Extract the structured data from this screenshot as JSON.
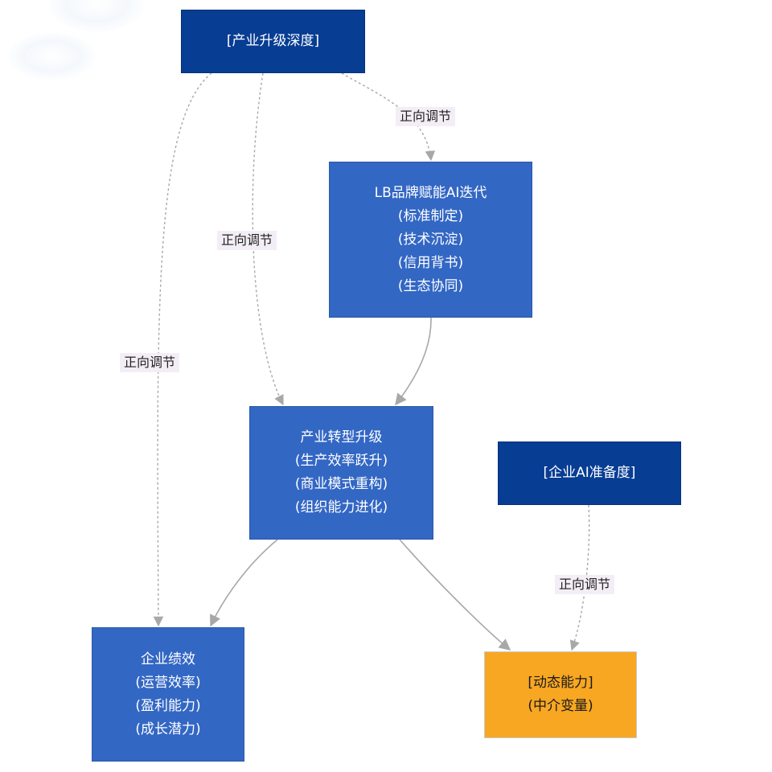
{
  "colors": {
    "node_mid": "#3367c4",
    "node_dark": "#073d93",
    "node_mediator": "#f8a722",
    "edge": "#a8a8a8",
    "label_bg": "#f3eef6"
  },
  "nodes": {
    "industry_depth": {
      "lines": [
        "[产业升级深度]"
      ]
    },
    "lb_brand": {
      "lines": [
        "LB品牌赋能AI迭代",
        "(标准制定)",
        "(技术沉淀)",
        "(信用背书)",
        "(生态协同)"
      ]
    },
    "transformation": {
      "lines": [
        "产业转型升级",
        "(生产效率跃升)",
        "(商业模式重构)",
        "(组织能力进化)"
      ]
    },
    "ai_readiness": {
      "lines": [
        "[企业AI准备度]"
      ]
    },
    "performance": {
      "lines": [
        "企业绩效",
        "(运营效率)",
        "(盈利能力)",
        "(成长潜力)"
      ]
    },
    "dynamic_capability": {
      "lines": [
        "[动态能力]",
        "(中介变量)"
      ]
    }
  },
  "edges": [
    {
      "from": "industry_depth",
      "to": "lb_brand",
      "style": "dashed",
      "label": "正向调节"
    },
    {
      "from": "industry_depth",
      "to": "transformation",
      "style": "dashed",
      "label": "正向调节"
    },
    {
      "from": "industry_depth",
      "to": "performance",
      "style": "dashed",
      "label": "正向调节"
    },
    {
      "from": "lb_brand",
      "to": "transformation",
      "style": "solid",
      "label": ""
    },
    {
      "from": "transformation",
      "to": "performance",
      "style": "solid",
      "label": ""
    },
    {
      "from": "transformation",
      "to": "dynamic_capability",
      "style": "solid",
      "label": ""
    },
    {
      "from": "ai_readiness",
      "to": "dynamic_capability",
      "style": "dashed",
      "label": "正向调节"
    }
  ]
}
